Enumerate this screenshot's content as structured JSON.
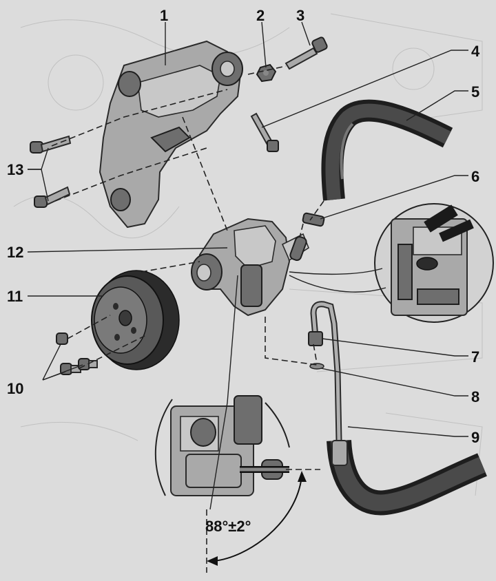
{
  "diagram": {
    "callouts": [
      {
        "id": "1",
        "label": "1"
      },
      {
        "id": "2",
        "label": "2"
      },
      {
        "id": "3",
        "label": "3"
      },
      {
        "id": "4",
        "label": "4"
      },
      {
        "id": "5",
        "label": "5"
      },
      {
        "id": "6",
        "label": "6"
      },
      {
        "id": "7",
        "label": "7"
      },
      {
        "id": "8",
        "label": "8"
      },
      {
        "id": "9",
        "label": "9"
      },
      {
        "id": "10",
        "label": "10"
      },
      {
        "id": "11",
        "label": "11"
      },
      {
        "id": "12",
        "label": "12"
      },
      {
        "id": "13",
        "label": "13"
      }
    ],
    "angle_label": "88°±2°"
  }
}
